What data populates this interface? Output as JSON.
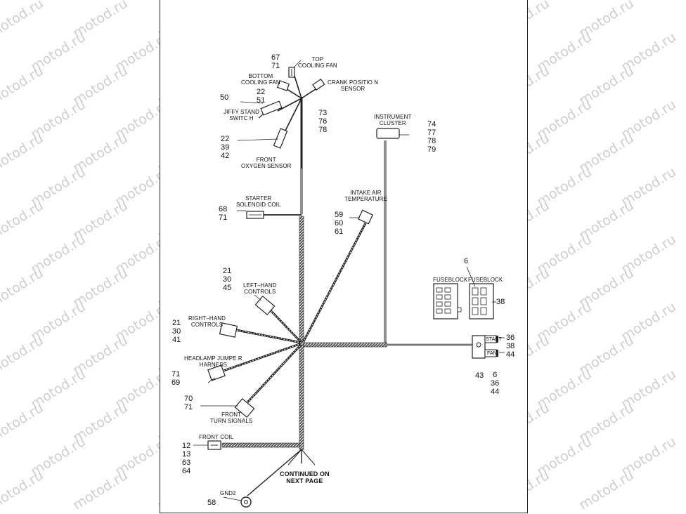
{
  "watermark": "motod.ru",
  "callouts": {
    "top_cooling_fan": {
      "label": "TOP\nCOOLING FAN",
      "nums": [
        "67",
        "71"
      ]
    },
    "bottom_cooling_fan": {
      "label": "BOTTOM\nCOOLING FAN"
    },
    "crank_position_sensor": {
      "label": "CRANK POSITIO N\nSENSOR",
      "nums": [
        "73",
        "76",
        "78"
      ]
    },
    "jiffy_stand_switch": {
      "label": "JIFFY STAND\nSWITC H",
      "nums_a": [
        "22",
        "51"
      ],
      "nums_b": [
        "50"
      ]
    },
    "front_oxygen_sensor": {
      "label": "FRONT\nOXYGEN SENSOR",
      "nums": [
        "22",
        "39",
        "42"
      ]
    },
    "instrument_cluster": {
      "label": "INSTRUMENT\nCLUSTER",
      "nums": [
        "74",
        "77",
        "78",
        "79"
      ]
    },
    "starter_solenoid_coil": {
      "label": "STARTER\nSOLENOID COIL",
      "nums": [
        "68",
        "71"
      ]
    },
    "intake_air_temperature": {
      "label": "INTAKE AIR\nTEMPERATURE",
      "nums": [
        "59",
        "60",
        "61"
      ]
    },
    "left_hand_controls": {
      "label": "LEFT–HAND\nCONTROLS",
      "nums": [
        "21",
        "30",
        "45"
      ]
    },
    "right_hand_controls": {
      "label": "RIGHT–HAND\nCONTROLS",
      "nums": [
        "21",
        "30",
        "41"
      ]
    },
    "headlamp_jumper_harness": {
      "label": "HEADLAMP JUMPE R\nHARNESS",
      "nums": [
        "71",
        "69"
      ]
    },
    "front_turn_signals": {
      "label": "FRONT\nTURN SIGNALS",
      "nums": [
        "70",
        "71"
      ]
    },
    "front_coil": {
      "label": "FRONT COIL",
      "nums": [
        "12",
        "13",
        "63",
        "64"
      ]
    },
    "continued": {
      "label": "CONTINUED ON\nNEXT PAGE"
    },
    "gnd2": {
      "label": "GND2",
      "nums": [
        "58"
      ]
    },
    "fuseblock_left": {
      "label": "FUSEBLOCK"
    },
    "fuseblock_right": {
      "label": "FUSEBLOCK",
      "nums_top": [
        "6"
      ],
      "nums_side": [
        "38"
      ]
    },
    "relay_block": {
      "start": "START",
      "fan": "FAN",
      "nums_start": [
        "36",
        "38",
        "44"
      ],
      "nums_bottom_left": [
        "43"
      ],
      "nums_bottom": [
        "6",
        "36",
        "44"
      ]
    }
  }
}
